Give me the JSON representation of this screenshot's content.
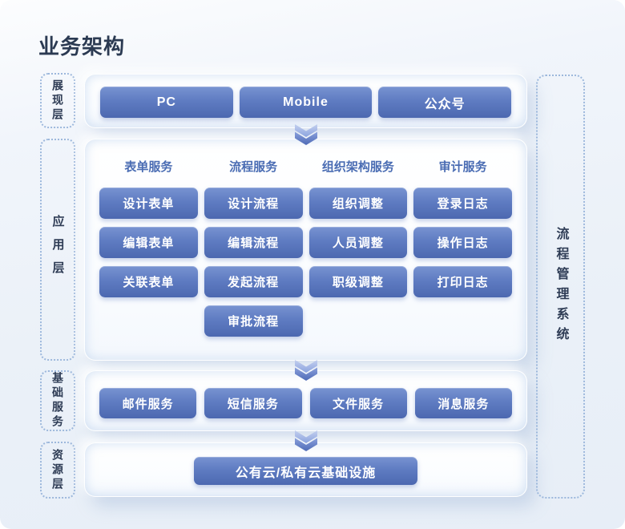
{
  "title": "业务架构",
  "layers": {
    "presentation": {
      "label": "展现层",
      "items": [
        "PC",
        "Mobile",
        "公众号"
      ]
    },
    "application": {
      "label": "应用层",
      "groups": [
        {
          "header": "表单服务",
          "items": [
            "设计表单",
            "编辑表单",
            "关联表单"
          ]
        },
        {
          "header": "流程服务",
          "items": [
            "设计流程",
            "编辑流程",
            "发起流程",
            "审批流程"
          ]
        },
        {
          "header": "组织架构服务",
          "items": [
            "组织调整",
            "人员调整",
            "职级调整"
          ]
        },
        {
          "header": "审计服务",
          "items": [
            "登录日志",
            "操作日志",
            "打印日志"
          ]
        }
      ]
    },
    "basic_services": {
      "label": "基础服务",
      "items": [
        "邮件服务",
        "短信服务",
        "文件服务",
        "消息服务"
      ]
    },
    "resource": {
      "label": "资源层",
      "items": [
        "公有云/私有云基础设施"
      ]
    }
  },
  "side_panel": {
    "label": "流程管理系统"
  },
  "icons": {
    "flow_arrow": "chevron-double-down-icon"
  },
  "colors": {
    "background_top": "#fcfdfe",
    "background_bottom": "#e7eef7",
    "panel_fill": "#ffffff",
    "panel_glow": "#aac4e7",
    "node_gradient_top": "#7893d1",
    "node_gradient_bottom": "#4c68b0",
    "node_text": "#ffffff",
    "group_header_text": "#4a6cb3",
    "layer_label_text": "#2e3c55",
    "dashed_border": "#9db8dc",
    "arrow_light": "#9eb2e3",
    "arrow_dark": "#4e6ab6",
    "title_text": "#2b3a52"
  }
}
